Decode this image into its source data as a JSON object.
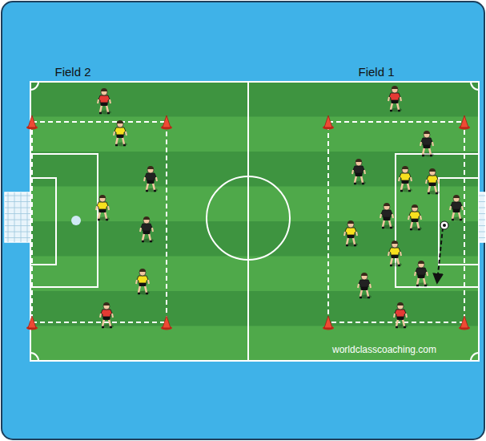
{
  "diagram": {
    "labels": [
      "Field 2",
      "Field 1",
      "worldclasscoaching.com"
    ]
  }
}
